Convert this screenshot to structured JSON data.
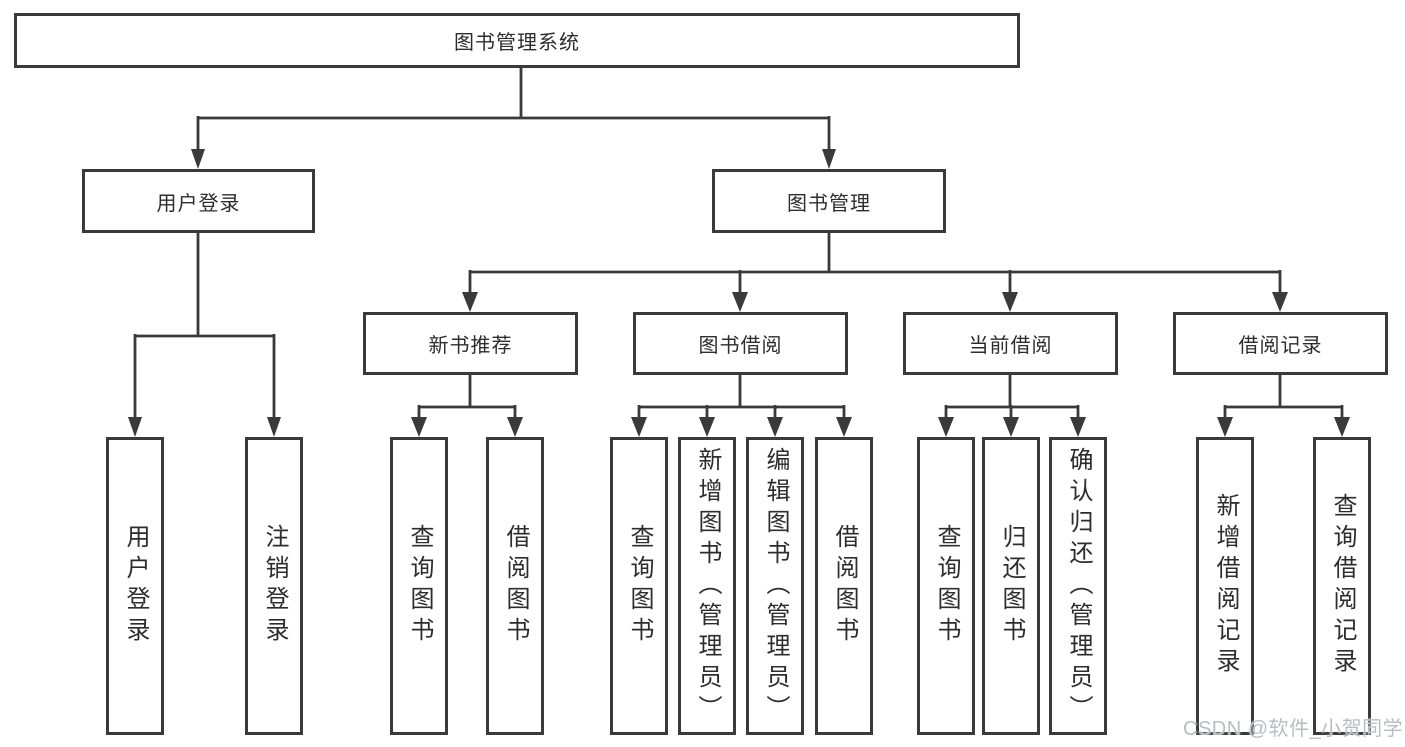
{
  "tree": {
    "root": "图书管理系统",
    "branches": [
      {
        "label": "用户登录",
        "children": [
          "用户登录",
          "注销登录"
        ]
      },
      {
        "label": "图书管理",
        "groups": [
          {
            "label": "新书推荐",
            "children": [
              "查询图书",
              "借阅图书"
            ]
          },
          {
            "label": "图书借阅",
            "children": [
              "查询图书",
              "新增图书（管理员）",
              "编辑图书（管理员）",
              "借阅图书"
            ]
          },
          {
            "label": "当前借阅",
            "children": [
              "查询图书",
              "归还图书",
              "确认归还（管理员）"
            ]
          },
          {
            "label": "借阅记录",
            "children": [
              "新增借阅记录",
              "查询借阅记录"
            ]
          }
        ]
      }
    ]
  },
  "watermark": "CSDN @软件_小贺同学",
  "colors": {
    "line": "#3a3a3a",
    "box_border": "#3a3a3a",
    "text": "#2d2d2d",
    "watermark": "#b9bdc3",
    "background": "#ffffff"
  }
}
